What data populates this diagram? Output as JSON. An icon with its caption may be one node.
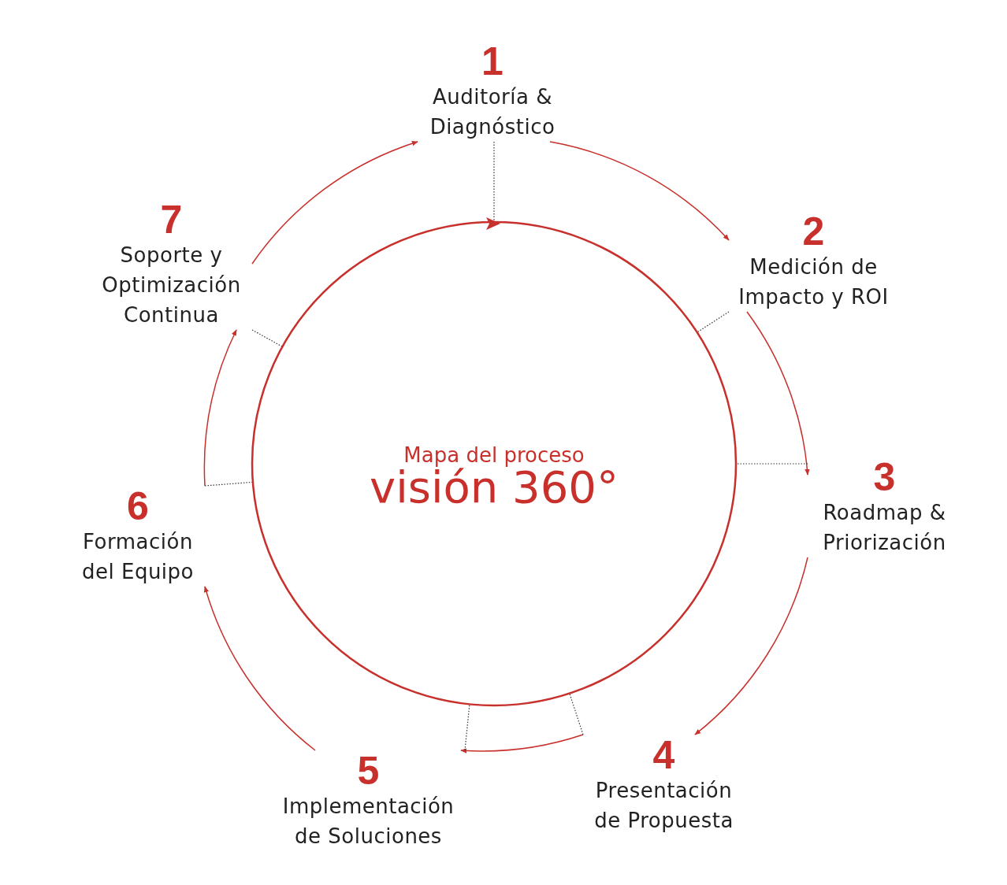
{
  "diagram": {
    "nodes": [
      {
        "text": [
          "1",
          "Auditoría & Diagnóstico"
        ]
      },
      {
        "text": [
          "2",
          "Medición de Impacto y ROI"
        ]
      },
      {
        "text": [
          "3",
          "Roadmap & Priorización"
        ]
      },
      {
        "text": [
          "4",
          "Presentación de Propuesta"
        ]
      },
      {
        "text": [
          "5",
          "Implementación de Soluciones"
        ]
      },
      {
        "text": [
          "6",
          "Formación del Equipo"
        ]
      },
      {
        "text": [
          "7",
          "Soporte y Optimización Continua"
        ]
      },
      {
        "text": [
          "Mapa del proceso",
          "visión 360°"
        ]
      }
    ],
    "edges": [
      {
        "from": 0,
        "to": 1,
        "arrow": "to"
      },
      {
        "from": 1,
        "to": 2,
        "arrow": "to"
      },
      {
        "from": 2,
        "to": 3,
        "arrow": "to"
      },
      {
        "from": 3,
        "to": 4,
        "arrow": "to"
      },
      {
        "from": 4,
        "to": 5,
        "arrow": "to"
      },
      {
        "from": 5,
        "to": 6,
        "arrow": "to"
      },
      {
        "from": 6,
        "to": 0,
        "arrow": "to"
      },
      {
        "from": 0,
        "to": 7,
        "arrow": "none",
        "style": "dashed",
        "color": "#333333"
      },
      {
        "from": 1,
        "to": 7,
        "arrow": "none",
        "style": "dashed",
        "color": "#333333"
      },
      {
        "from": 2,
        "to": 7,
        "arrow": "none",
        "style": "dashed",
        "color": "#333333"
      },
      {
        "from": 3,
        "to": 7,
        "arrow": "none",
        "style": "dashed",
        "color": "#333333"
      },
      {
        "from": 4,
        "to": 7,
        "arrow": "none",
        "style": "dashed",
        "color": "#333333"
      },
      {
        "from": 5,
        "to": 7,
        "arrow": "none",
        "style": "dashed",
        "color": "#333333"
      },
      {
        "from": 6,
        "to": 7,
        "arrow": "none",
        "style": "dashed",
        "color": "#333333"
      }
    ]
  }
}
